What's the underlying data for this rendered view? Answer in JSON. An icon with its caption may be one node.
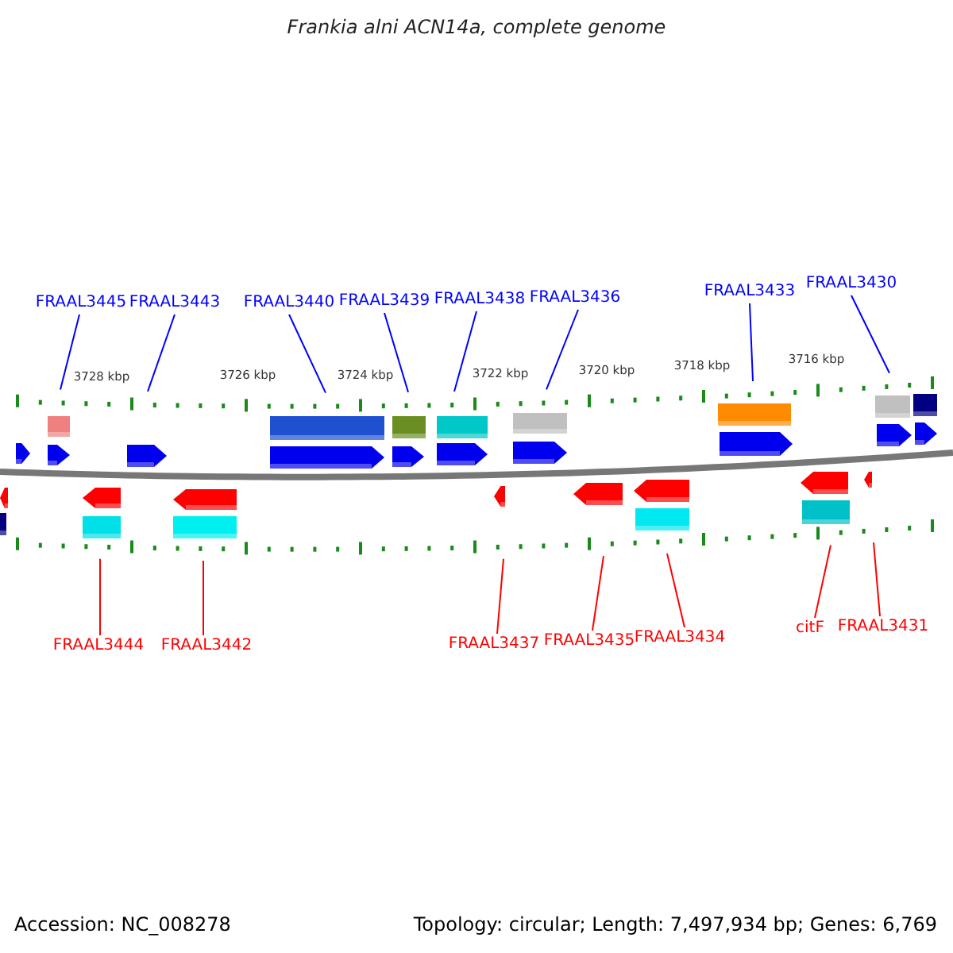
{
  "diagram": {
    "title": "Frankia alni ACN14a, complete genome",
    "nodes": [
      {
        "text": [
          "FRAAL3445"
        ]
      },
      {
        "text": [
          "FRAAL3443"
        ]
      },
      {
        "text": [
          "FRAAL3440"
        ]
      },
      {
        "text": [
          "FRAAL3439"
        ]
      },
      {
        "text": [
          "FRAAL3438"
        ]
      },
      {
        "text": [
          "FRAAL3436"
        ]
      },
      {
        "text": [
          "FRAAL3433"
        ]
      },
      {
        "text": [
          "FRAAL3430"
        ]
      },
      {
        "text": [
          "FRAAL3444"
        ]
      },
      {
        "text": [
          "FRAAL3442"
        ]
      },
      {
        "text": [
          "FRAAL3437"
        ]
      },
      {
        "text": [
          "FRAAL3435"
        ]
      },
      {
        "text": [
          "FRAAL3434"
        ]
      },
      {
        "text": [
          "citF"
        ]
      },
      {
        "text": [
          "FRAAL3431"
        ]
      }
    ],
    "edges": [
      {
        "from": 0,
        "to": null,
        "arrow": "none"
      },
      {
        "from": 1,
        "to": null,
        "arrow": "none"
      },
      {
        "from": 2,
        "to": null,
        "arrow": "none"
      },
      {
        "from": 3,
        "to": null,
        "arrow": "none"
      },
      {
        "from": 4,
        "to": null,
        "arrow": "none"
      },
      {
        "from": 5,
        "to": null,
        "arrow": "none"
      },
      {
        "from": 6,
        "to": null,
        "arrow": "none"
      },
      {
        "from": 7,
        "to": null,
        "arrow": "none"
      },
      {
        "from": 8,
        "to": null,
        "arrow": "none",
        "color": "#ff0000"
      },
      {
        "from": 9,
        "to": null,
        "arrow": "none",
        "color": "#ff0000"
      },
      {
        "from": 10,
        "to": null,
        "arrow": "none",
        "color": "#ff0000"
      },
      {
        "from": 11,
        "to": null,
        "arrow": "none",
        "color": "#ff0000"
      },
      {
        "from": 12,
        "to": null,
        "arrow": "none",
        "color": "#ff0000"
      },
      {
        "from": 13,
        "to": null,
        "arrow": "none",
        "color": "#ff0000"
      },
      {
        "from": 14,
        "to": null,
        "arrow": "none",
        "color": "#ff0000"
      }
    ],
    "labels": [
      "3728 kbp",
      "3726 kbp",
      "3724 kbp",
      "3722 kbp",
      "3720 kbp",
      "3718 kbp",
      "3716 kbp",
      "Accession: NC_008278",
      "Topology: circular; Length: 7,497,934 bp; Genes: 6,769"
    ]
  }
}
